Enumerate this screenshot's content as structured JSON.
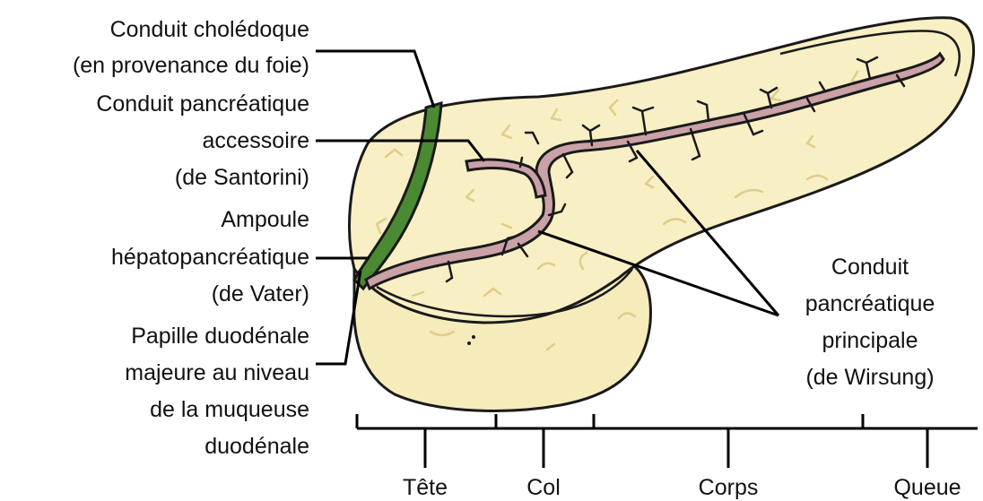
{
  "colors": {
    "tissue": "#f8efc4",
    "tissue_shadow": "#efe1a4",
    "lobule_marks": "#e2d08f",
    "outline": "#1a1a1a",
    "duct_fill": "#c9a1a7",
    "bile_duct": "#4a8a33",
    "bile_duct_dark": "#2f6424",
    "label_text": "#111111"
  },
  "labels": {
    "bile_duct": [
      "Conduit cholédoque",
      "(en provenance du foie)"
    ],
    "accessory_duct": [
      "Conduit pancréatique",
      "accessoire",
      "(de Santorini)"
    ],
    "ampulla": [
      "Ampoule",
      "hépatopancréatique",
      "(de Vater)"
    ],
    "papilla": [
      "Papille duodénale",
      "majeure au niveau",
      "de la muqueuse",
      "duodénale"
    ],
    "main_duct": [
      "Conduit",
      "pancréatique",
      "principale",
      "(de Wirsung)"
    ]
  },
  "regions": [
    "Tête",
    "Col",
    "Corps",
    "Queue"
  ]
}
